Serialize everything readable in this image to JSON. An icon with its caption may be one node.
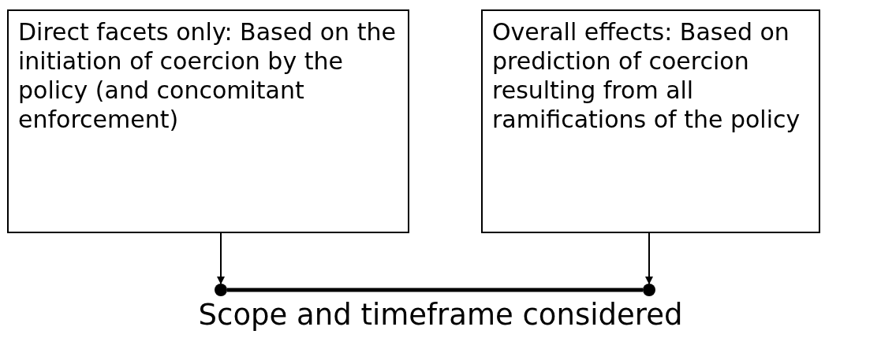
{
  "diagram": {
    "nodes": [
      {
        "text": [
          "Direct facets only: Based on the initiation of coercion by the policy (and concomitant enforcement)"
        ]
      },
      {
        "text": [
          "Overall effects: Based on prediction of coercion resulting from all ramifications of the policy"
        ]
      },
      {
        "text": [],
        "shape": "circle"
      },
      {
        "text": [],
        "shape": "circle"
      }
    ],
    "edges": [
      {
        "from": 0,
        "to": 2,
        "arrow": "to"
      },
      {
        "from": 1,
        "to": 3,
        "arrow": "to"
      },
      {
        "from": 2,
        "to": 3,
        "arrow": "none",
        "style": "thick"
      }
    ],
    "labels": [
      "Scope and timeframe considered"
    ]
  }
}
